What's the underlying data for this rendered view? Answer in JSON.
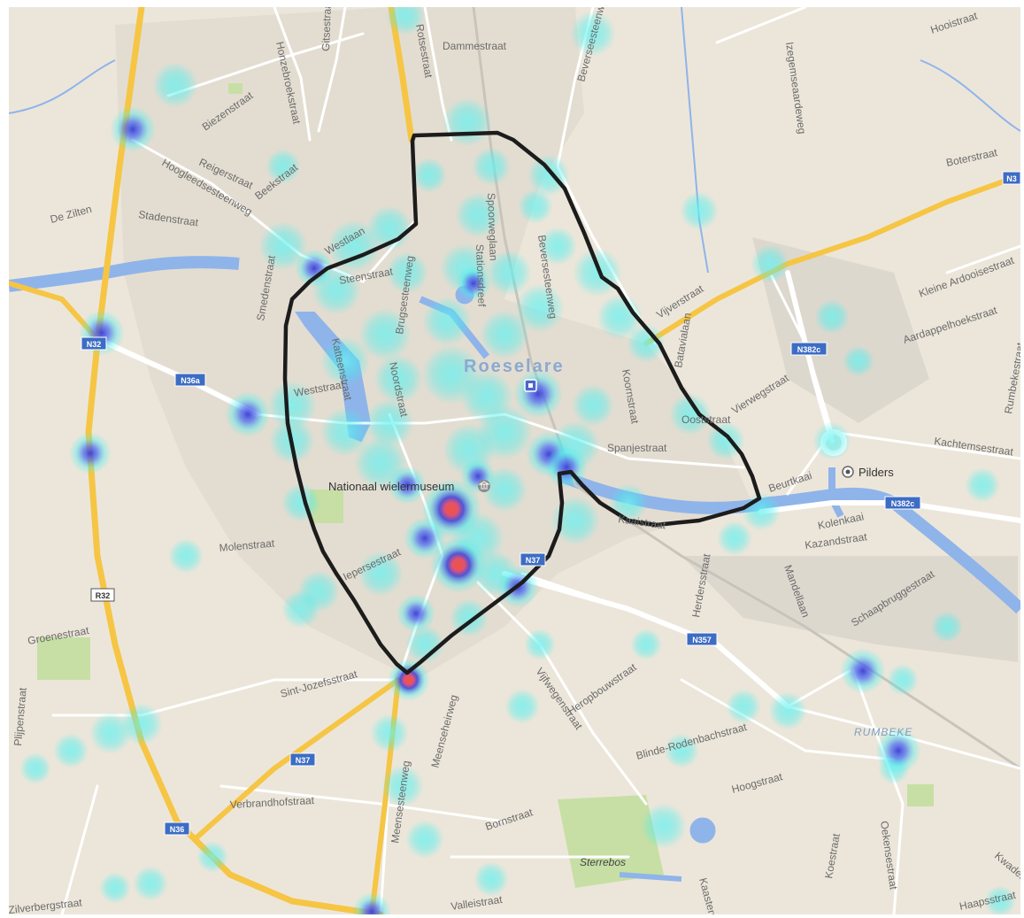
{
  "map": {
    "city_label": "Roeselare",
    "district_label": "RUMBEKE",
    "pois": [
      {
        "name": "Nationaal wielermuseum",
        "icon": "museum-icon"
      },
      {
        "name": "Pilders",
        "icon": "place-dot-icon"
      },
      {
        "name": "Sterrebos",
        "icon": "park-icon"
      }
    ],
    "street_labels": [
      "Dammestraat",
      "Rotsestraat",
      "Beverseesteenweg",
      "Gitsestraat",
      "Honzebroekstraat",
      "Biezenstraat",
      "Reigerstraat",
      "Beekstraat",
      "Hoogleedsesteenweg",
      "De Zilten",
      "Stadenstraat",
      "Smedenstraat",
      "Steenstraat",
      "Brugsesteenweg",
      "Spoorweglaan",
      "Stationsdreef",
      "Beversesteenweg",
      "Westlaan",
      "Katteenstraat",
      "Noordstraat",
      "Weststraat",
      "Molenstraat",
      "Iepersestraat",
      "Groenestraat",
      "Sint-Jozefsstraat",
      "Meensesteenweg",
      "Meenseheirweg",
      "Vijfwegenstraat",
      "Heropbouwstraat",
      "Blinde-Rodenbachstraat",
      "Hoogstraat",
      "Bornstraat",
      "Verbrandhofstraat",
      "Valleistraat",
      "Kaasterstraat",
      "Koestraat",
      "Oekensestraat",
      "Kwadestraat",
      "Izegemseaardeweg",
      "Hooistraat",
      "Boterstraat",
      "Kleine Ardooisestraat",
      "Aardappelhoekstraat",
      "Rumbekestraat",
      "Kachtemsestraat",
      "Vijverstraat",
      "Batavialaan",
      "Koornstraat",
      "Vierwegstraat",
      "Spanjestraat",
      "Kolenkaai",
      "Beurtkaai",
      "Kazandstraat",
      "Mandellaan",
      "Schaapbruggestraat",
      "Herdersstraat",
      "Ooststraat",
      "Kaaistraat",
      "Plijpenstraat",
      "Zilverbergstraat",
      "Haapsstraat"
    ],
    "road_shields": [
      "N32",
      "N36a",
      "R32",
      "N37",
      "N37",
      "N36",
      "N357",
      "N382c",
      "N382c",
      "N3"
    ],
    "heatmap": {
      "colors": {
        "low": "#3cf0f0",
        "mid": "#3b3bd6",
        "high": "#f2553a"
      },
      "hotspots": [
        {
          "lat_rank": "Nationaal wielermuseum",
          "level": "high"
        },
        {
          "lat_rank": "Iepersestraat",
          "level": "high"
        },
        {
          "lat_rank": "Meensesteenweg",
          "level": "high"
        }
      ]
    },
    "boundary_color": "#1c1c1c",
    "colors": {
      "background": "#ece6da",
      "major_road": "#f6c544",
      "minor_road": "#ffffff",
      "water": "#8fb4ea",
      "park": "#c7dfa4"
    }
  }
}
